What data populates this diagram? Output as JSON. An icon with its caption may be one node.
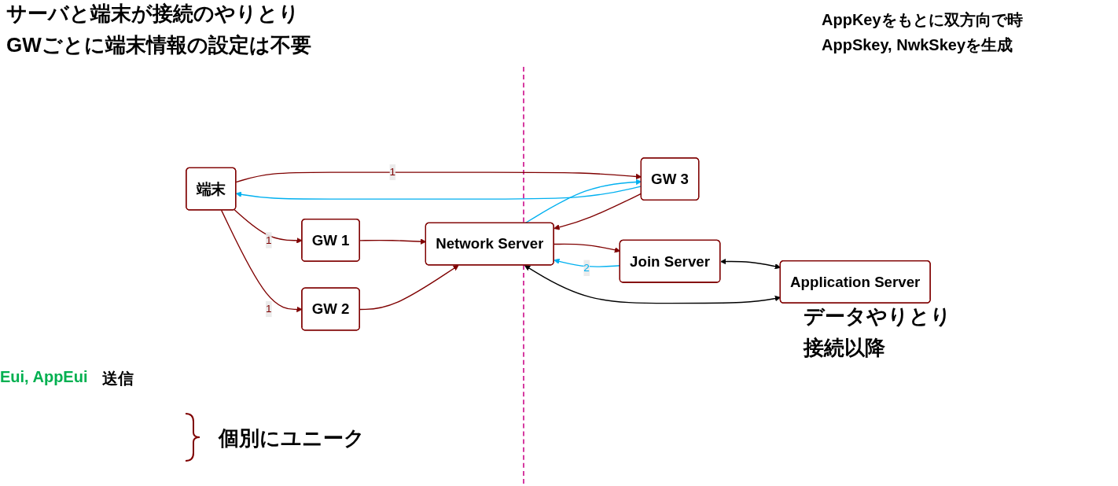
{
  "diagram": {
    "nodes": [
      {
        "text": [
          "端末"
        ]
      },
      {
        "text": [
          "GW 1"
        ]
      },
      {
        "text": [
          "GW 2"
        ]
      },
      {
        "text": [
          "GW 3"
        ]
      },
      {
        "text": [
          "Join Server"
        ]
      },
      {
        "text": [
          "Network Server"
        ]
      },
      {
        "text": [
          "Application Server"
        ]
      }
    ],
    "edges": [
      {
        "from": 0,
        "to": 1,
        "arrow": "to",
        "label": "1"
      },
      {
        "from": 0,
        "to": 2,
        "arrow": "to",
        "label": "1"
      },
      {
        "from": 0,
        "to": 3,
        "arrow": "to",
        "label": "1"
      },
      {
        "from": 3,
        "to": 0,
        "arrow": "to",
        "color": "#00b0f0"
      },
      {
        "from": 1,
        "to": 5,
        "arrow": "to"
      },
      {
        "from": 2,
        "to": 5,
        "arrow": "to"
      },
      {
        "from": 3,
        "to": 5,
        "arrow": "to"
      },
      {
        "from": 5,
        "to": 3,
        "arrow": "to",
        "color": "#00b0f0"
      },
      {
        "from": 5,
        "to": 4,
        "arrow": "to"
      },
      {
        "from": 4,
        "to": 5,
        "arrow": "to",
        "label": "2",
        "color": "#00b0f0"
      },
      {
        "from": 4,
        "to": 6,
        "arrow": "both",
        "color": "#000000"
      },
      {
        "from": 5,
        "to": 6,
        "arrow": "both",
        "color": "#000000"
      }
    ],
    "labels": [
      "サーバと端末が接続のやりとり",
      "GWごとに端末情報の設定は不要",
      "AppKeyをもとに双方向で時",
      "AppSkey, NwkSkeyを生成",
      "Eui, AppEui",
      "送信",
      "データやりとり",
      "接続以降",
      "個別にユニーク"
    ]
  }
}
